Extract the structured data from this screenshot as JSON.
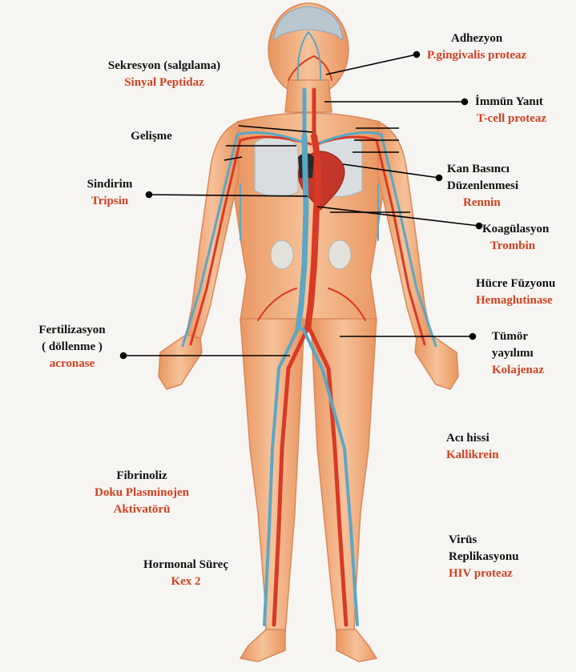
{
  "colors": {
    "enzyme": "#d2401e",
    "process": "#111111",
    "skin": "#f2b184",
    "artery": "#d83a25",
    "vein": "#5aa7c6"
  },
  "labels": {
    "adhezyon": {
      "process": "Adhezyon",
      "enzyme": "P.gingivalis proteaz"
    },
    "sekresyon": {
      "process": "Sekresyon (salgılama)",
      "enzyme": "Sinyal Peptidaz"
    },
    "immun": {
      "process": "İmmün Yanıt",
      "enzyme": "T-cell proteaz"
    },
    "gelisme": {
      "process": "Gelişme"
    },
    "kanbasinci": {
      "process1": "Kan Basıncı",
      "process2": "Düzenlenmesi",
      "enzyme": "Rennin"
    },
    "sindirim": {
      "process": "Sindirim",
      "enzyme": "Tripsin"
    },
    "koagulasyon": {
      "process": "Koagülasyon",
      "enzyme": "Trombin"
    },
    "fuzyon": {
      "process": "Hücre Füzyonu",
      "enzyme": "Hemaglutinase"
    },
    "fertilizasyon": {
      "process1": "Fertilizasyon",
      "process2": "( döllenme )",
      "enzyme": "acronase"
    },
    "tumor": {
      "process1": "Tümör",
      "process2": "yayılımı",
      "enzyme": "Kolajenaz"
    },
    "aci": {
      "process": "Acı hissi",
      "enzyme": "Kallikrein"
    },
    "fibrinoliz": {
      "process": "Fibrinoliz",
      "enzyme1": "Doku Plasminojen",
      "enzyme2": "Aktivatörü"
    },
    "virus": {
      "process1": "Virüs",
      "process2": "Replikasyonu",
      "enzyme": "HIV proteaz"
    },
    "hormonal": {
      "process": "Hormonal Süreç",
      "enzyme": "Kex 2"
    }
  }
}
